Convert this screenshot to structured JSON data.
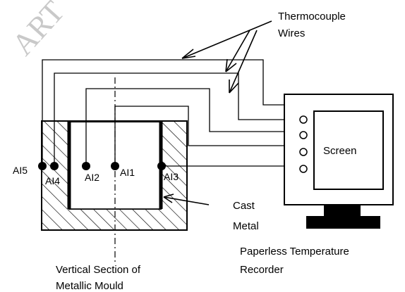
{
  "labels": {
    "thermocouple_line1": "Thermocouple",
    "thermocouple_line2": "Wires",
    "cast_metal_line1": "Cast",
    "cast_metal_line2": "Metal",
    "screen": "Screen",
    "recorder_line1": "Paperless Temperature",
    "recorder_line2": "Recorder",
    "mould_line1": "Vertical Section of",
    "mould_line2": "Metallic Mould"
  },
  "probes": {
    "ai1": "AI1",
    "ai2": "AI2",
    "ai3": "AI3",
    "ai4": "AI4",
    "ai5": "AI5"
  },
  "watermark": "ART"
}
